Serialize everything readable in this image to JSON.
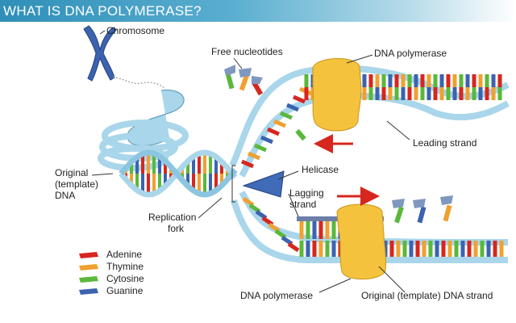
{
  "title": "WHAT IS DNA POLYMERASE?",
  "labels": {
    "chromosome": "Chromosome",
    "free_nucleotides": "Free nucleotides",
    "polymerase_top": "DNA polymerase",
    "leading_strand": "Leading strand",
    "helicase": "Helicase",
    "lagging": "Lagging",
    "strand": "strand",
    "original_line1": "Original",
    "original_line2": "(template)",
    "original_line3": "DNA",
    "replication_line1": "Replication",
    "replication_line2": "fork",
    "polymerase_bottom": "DNA polymerase",
    "template_strand": "Original (template) DNA strand"
  },
  "legend": [
    {
      "label": "Adenine",
      "color": "#d7261e"
    },
    {
      "label": "Thymine",
      "color": "#f0a030"
    },
    {
      "label": "Cytosine",
      "color": "#5ab83a"
    },
    {
      "label": "Guanine",
      "color": "#3b63b0"
    }
  ],
  "colors": {
    "backbone": "#a9d6ea",
    "backbone_edge": "#4f90b0",
    "polymerase": "#f4c23c",
    "helicase": "#3f6bb8",
    "arrow": "#d7261e"
  }
}
